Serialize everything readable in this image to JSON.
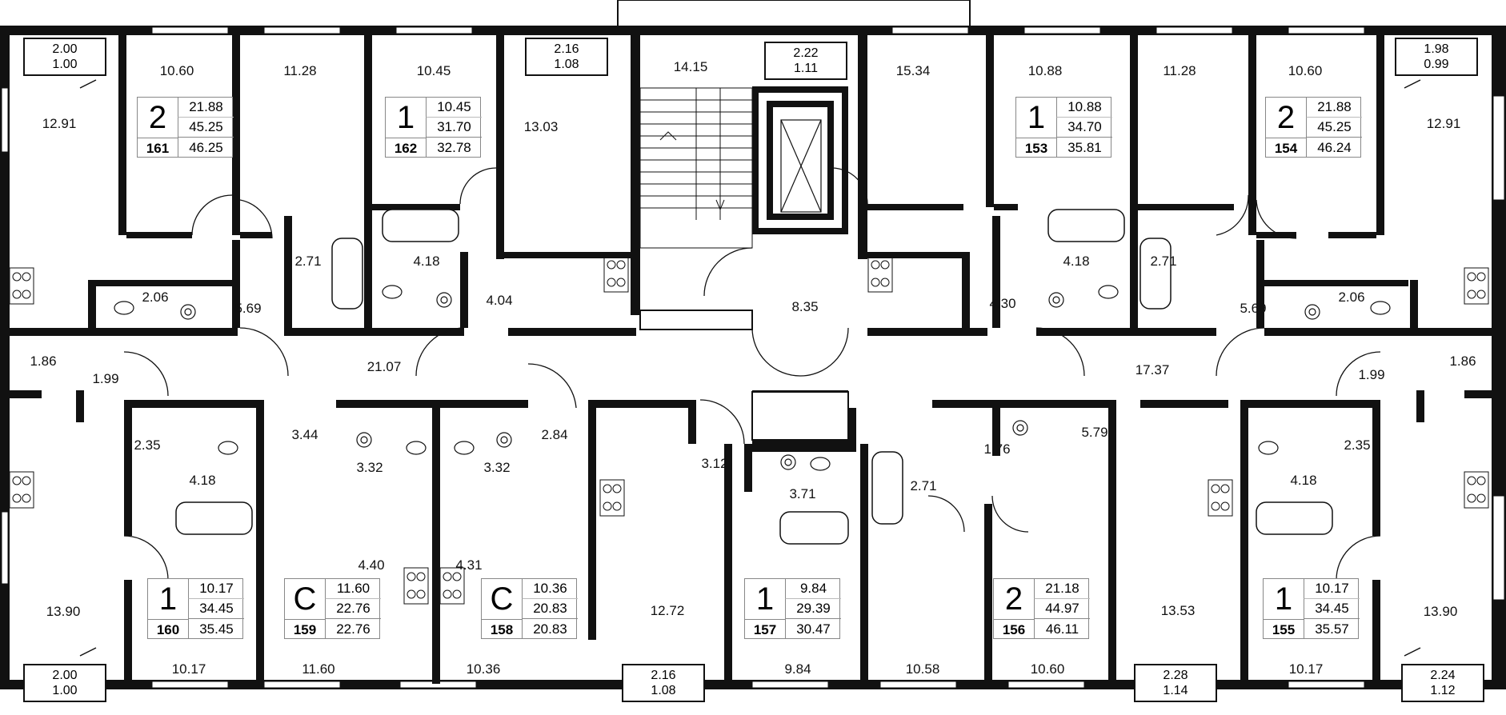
{
  "rooms": [
    {
      "v": "10.60"
    },
    {
      "v": "11.28"
    },
    {
      "v": "10.45"
    },
    {
      "v": "14.15"
    },
    {
      "v": "15.34"
    },
    {
      "v": "10.88"
    },
    {
      "v": "11.28"
    },
    {
      "v": "10.60"
    },
    {
      "v": "12.91"
    },
    {
      "v": "13.03"
    },
    {
      "v": "12.91"
    },
    {
      "v": "2.71"
    },
    {
      "v": "4.18"
    },
    {
      "v": "4.18"
    },
    {
      "v": "2.71"
    },
    {
      "v": "2.06"
    },
    {
      "v": "5.69"
    },
    {
      "v": "4.04"
    },
    {
      "v": "8.35"
    },
    {
      "v": "4.30"
    },
    {
      "v": "5.69"
    },
    {
      "v": "2.06"
    },
    {
      "v": "1.86"
    },
    {
      "v": "1.99"
    },
    {
      "v": "21.07"
    },
    {
      "v": "17.37"
    },
    {
      "v": "1.99"
    },
    {
      "v": "1.86"
    },
    {
      "v": "2.35"
    },
    {
      "v": "3.44"
    },
    {
      "v": "2.84"
    },
    {
      "v": "5.79"
    },
    {
      "v": "2.35"
    },
    {
      "v": "4.18"
    },
    {
      "v": "3.32"
    },
    {
      "v": "3.32"
    },
    {
      "v": "3.12"
    },
    {
      "v": "3.71"
    },
    {
      "v": "2.71"
    },
    {
      "v": "1.76"
    },
    {
      "v": "4.18"
    },
    {
      "v": "4.40"
    },
    {
      "v": "4.31"
    },
    {
      "v": "13.90"
    },
    {
      "v": "12.72"
    },
    {
      "v": "13.53"
    },
    {
      "v": "13.90"
    },
    {
      "v": "10.17"
    },
    {
      "v": "11.60"
    },
    {
      "v": "10.36"
    },
    {
      "v": "9.84"
    },
    {
      "v": "10.58"
    },
    {
      "v": "10.60"
    },
    {
      "v": "10.17"
    }
  ],
  "balconies": [
    {
      "a": "2.00",
      "b": "1.00"
    },
    {
      "a": "2.16",
      "b": "1.08"
    },
    {
      "a": "2.22",
      "b": "1.11"
    },
    {
      "a": "1.98",
      "b": "0.99"
    },
    {
      "a": "2.00",
      "b": "1.00"
    },
    {
      "a": "2.16",
      "b": "1.08"
    },
    {
      "a": "2.28",
      "b": "1.14"
    },
    {
      "a": "2.24",
      "b": "1.12"
    }
  ],
  "apartments": [
    {
      "rooms": "2",
      "num": "161",
      "v1": "21.88",
      "v2": "45.25",
      "v3": "46.25"
    },
    {
      "rooms": "1",
      "num": "162",
      "v1": "10.45",
      "v2": "31.70",
      "v3": "32.78"
    },
    {
      "rooms": "1",
      "num": "153",
      "v1": "10.88",
      "v2": "34.70",
      "v3": "35.81"
    },
    {
      "rooms": "2",
      "num": "154",
      "v1": "21.88",
      "v2": "45.25",
      "v3": "46.24"
    },
    {
      "rooms": "1",
      "num": "160",
      "v1": "10.17",
      "v2": "34.45",
      "v3": "35.45"
    },
    {
      "rooms": "C",
      "num": "159",
      "v1": "11.60",
      "v2": "22.76",
      "v3": "22.76"
    },
    {
      "rooms": "C",
      "num": "158",
      "v1": "10.36",
      "v2": "20.83",
      "v3": "20.83"
    },
    {
      "rooms": "1",
      "num": "157",
      "v1": "9.84",
      "v2": "29.39",
      "v3": "30.47"
    },
    {
      "rooms": "2",
      "num": "156",
      "v1": "21.18",
      "v2": "44.97",
      "v3": "46.11"
    },
    {
      "rooms": "1",
      "num": "155",
      "v1": "10.17",
      "v2": "34.45",
      "v3": "35.57"
    }
  ]
}
